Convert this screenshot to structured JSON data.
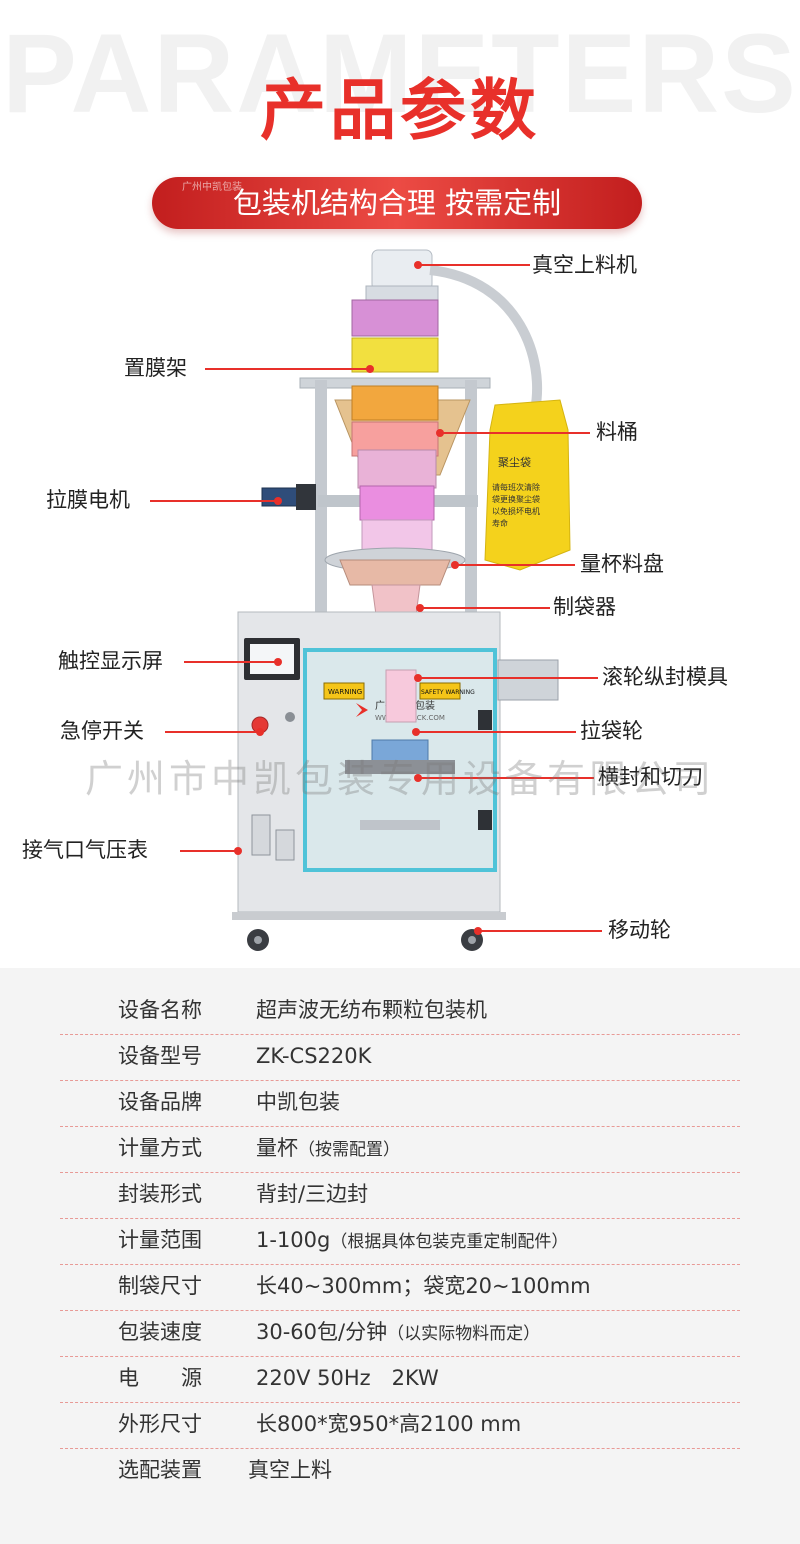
{
  "header": {
    "watermark": "PARAMETERS",
    "title": "产品参数",
    "banner_text": "包装机结构合理 按需定制",
    "banner_small_text": "广州中凯包装"
  },
  "machine": {
    "hopper_bag_text": "聚尘袋",
    "hopper_bag_notice": "请每班次清除袋更换聚尘袋以免损坏电机寿命",
    "logo_text": "广州中凯包装",
    "logo_sub": "WWW.ZK-PACK.COM",
    "warning_label_1": "WARNING",
    "warning_label_2": "SAFETY WARNING"
  },
  "callouts": [
    {
      "label": "真空上料机"
    },
    {
      "label": "置膜架"
    },
    {
      "label": "料桶"
    },
    {
      "label": "拉膜电机"
    },
    {
      "label": "量杯料盘"
    },
    {
      "label": "制袋器"
    },
    {
      "label": "触控显示屏"
    },
    {
      "label": "滚轮纵封模具"
    },
    {
      "label": "急停开关"
    },
    {
      "label": "拉袋轮"
    },
    {
      "label": "横封和切刀"
    },
    {
      "label": "接气口气压表"
    },
    {
      "label": "移动轮"
    }
  ],
  "watermark_line": "广州市中凯包装专用设备有限公司",
  "specs": [
    {
      "key": "设备名称",
      "value": "超声波无纺布颗粒包装机",
      "note": ""
    },
    {
      "key": "设备型号",
      "value": "ZK-CS220K",
      "note": ""
    },
    {
      "key": "设备品牌",
      "value": "中凯包装",
      "note": ""
    },
    {
      "key": "计量方式",
      "value": "量杯",
      "note": "（按需配置）"
    },
    {
      "key": "封装形式",
      "value": "背封/三边封",
      "note": ""
    },
    {
      "key": "计量范围",
      "value": "1-100g",
      "note": "（根据具体包装克重定制配件）"
    },
    {
      "key": "制袋尺寸",
      "value": "长40~300mm；袋宽20~100mm",
      "note": ""
    },
    {
      "key": "包装速度",
      "value": "30-60包/分钟",
      "note": "（以实际物料而定）"
    },
    {
      "key": "电　　源",
      "value": "220V 50Hz　2KW",
      "note": ""
    },
    {
      "key": "外形尺寸",
      "value": "长800*宽950*高2100 mm",
      "note": ""
    },
    {
      "key": "选配装置",
      "value": "真空上料",
      "note": ""
    }
  ],
  "colors": {
    "accent": "#e8302a",
    "banner": "#d9342e",
    "frame_teal": "#4fc3d8",
    "bag_yellow": "#f4d21c",
    "spec_bg": "#f4f4f4"
  }
}
